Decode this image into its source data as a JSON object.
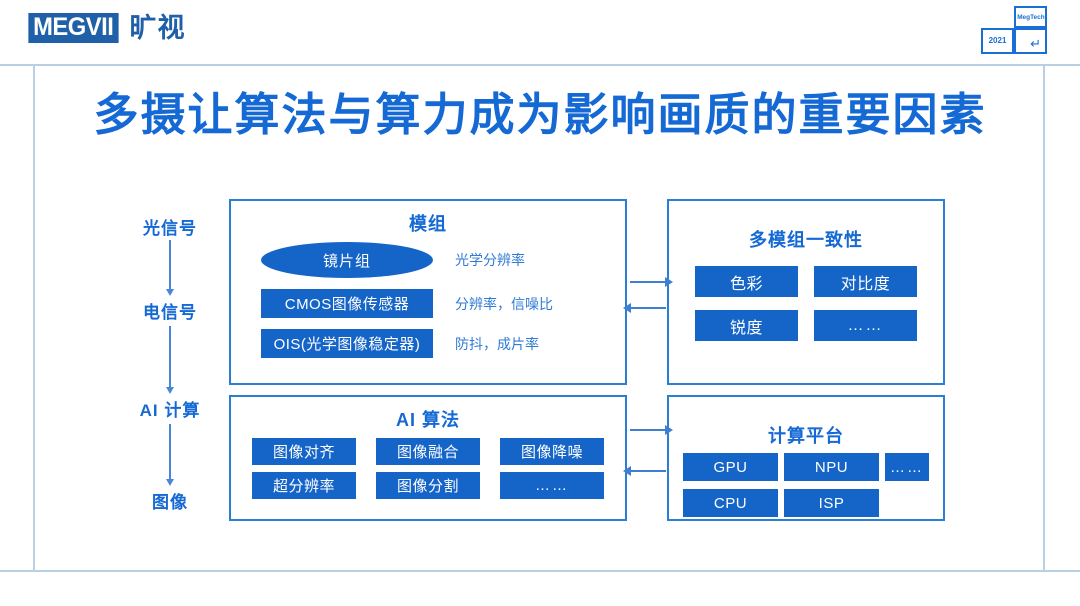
{
  "header": {
    "logo_mark": "MEGVII",
    "logo_cn": "旷视",
    "badge": {
      "brand": "MegTech",
      "year": "2021",
      "arrow": "↵"
    }
  },
  "slide": {
    "title": "多摄让算法与算力成为影响画质的重要因素"
  },
  "flow": {
    "steps": [
      {
        "label": "光信号"
      },
      {
        "label": "电信号"
      },
      {
        "label": "AI 计算"
      },
      {
        "label": "图像"
      }
    ]
  },
  "panels": {
    "module": {
      "title": "模组",
      "rows": [
        {
          "item": "镜片组",
          "note": "光学分辨率"
        },
        {
          "item": "CMOS图像传感器",
          "note": "分辨率，信噪比"
        },
        {
          "item": "OIS(光学图像稳定器)",
          "note": "防抖，成片率"
        }
      ]
    },
    "multi_module": {
      "title": "多模组一致性",
      "items": [
        "色彩",
        "对比度",
        "锐度",
        "……"
      ]
    },
    "algorithm": {
      "title": "AI 算法",
      "items": [
        "图像对齐",
        "图像融合",
        "图像降噪",
        "超分辨率",
        "图像分割",
        "……"
      ]
    },
    "platform": {
      "title": "计算平台",
      "items": [
        "GPU",
        "NPU",
        "……",
        "CPU",
        "ISP",
        ""
      ]
    }
  },
  "colors": {
    "primary_blue": "#1569d4",
    "chip_blue": "#1565c8",
    "panel_border": "#2a7fd4",
    "guide_line": "#b8cfe4",
    "logo_blue": "#2060a8"
  }
}
